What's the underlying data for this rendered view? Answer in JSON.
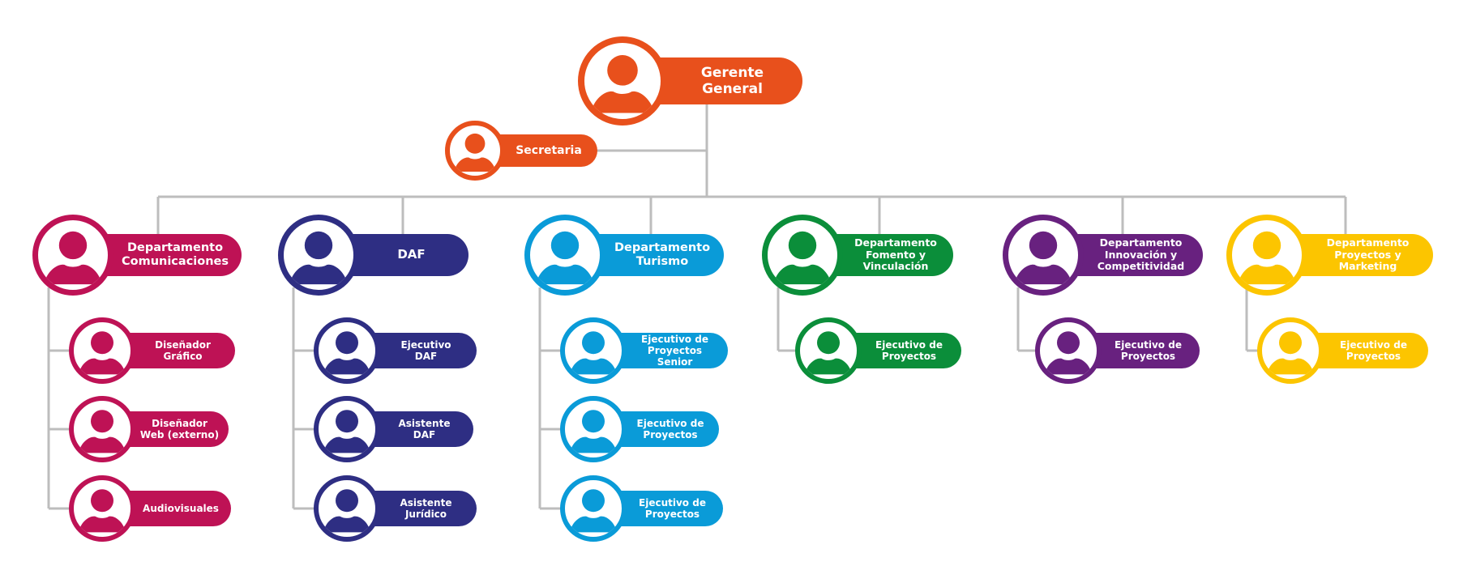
{
  "colors": {
    "connector": "#BDBDBD",
    "gerencia": "#E8501C",
    "comunicaciones": "#BE1255",
    "daf": "#2E2E83",
    "turismo": "#0A9BD8",
    "fomento": "#0B8E3A",
    "innovacion": "#68217F",
    "proyectos_marketing": "#FCC500"
  },
  "top": {
    "gerente": {
      "label": "Gerente General",
      "icon": "person-icon",
      "color_key": "gerencia"
    },
    "secretaria": {
      "label": "Secretaria",
      "icon": "person-icon",
      "color_key": "gerencia"
    }
  },
  "departments": [
    {
      "id": "comunicaciones",
      "label": "Departamento\nComunicaciones",
      "color_key": "comunicaciones",
      "children": [
        {
          "label": "Diseñador\nGráfico"
        },
        {
          "label": "Diseñador\nWeb (externo)"
        },
        {
          "label": "Audiovisuales"
        }
      ]
    },
    {
      "id": "daf",
      "label": "DAF",
      "color_key": "daf",
      "children": [
        {
          "label": "Ejecutivo\nDAF"
        },
        {
          "label": "Asistente\nDAF"
        },
        {
          "label": "Asistente\nJurídico"
        }
      ]
    },
    {
      "id": "turismo",
      "label": "Departamento\nTurismo",
      "color_key": "turismo",
      "children": [
        {
          "label": "Ejecutivo de\nProyectos Senior"
        },
        {
          "label": "Ejecutivo de\nProyectos"
        },
        {
          "label": "Ejecutivo de\nProyectos"
        }
      ]
    },
    {
      "id": "fomento",
      "label": "Departamento\nFomento y\nVinculación",
      "color_key": "fomento",
      "children": [
        {
          "label": "Ejecutivo de\nProyectos"
        }
      ]
    },
    {
      "id": "innovacion",
      "label": "Departamento\nInnovación y\nCompetitividad",
      "color_key": "innovacion",
      "children": [
        {
          "label": "Ejecutivo de\nProyectos"
        }
      ]
    },
    {
      "id": "proyectos-marketing",
      "label": "Departamento\nProyectos y\nMarketing",
      "color_key": "proyectos_marketing",
      "children": [
        {
          "label": "Ejecutivo de\nProyectos"
        }
      ]
    }
  ]
}
